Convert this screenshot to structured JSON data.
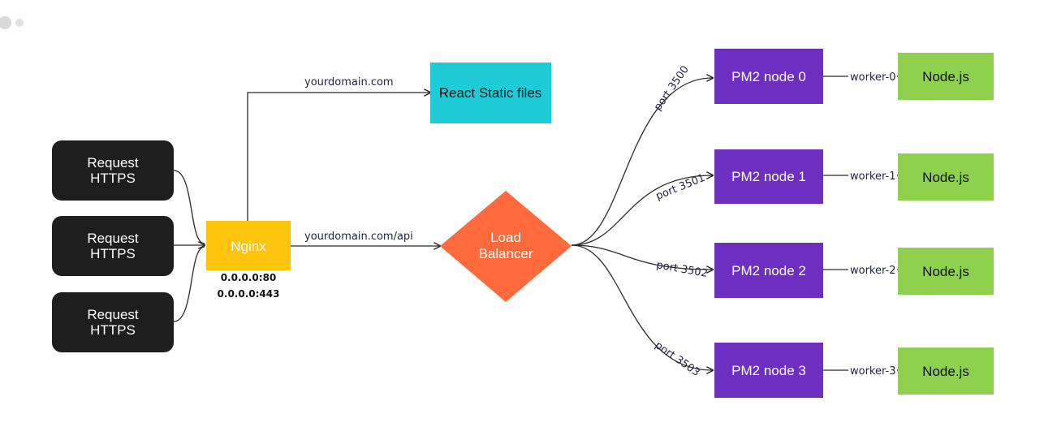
{
  "requests": [
    {
      "line1": "Request",
      "line2": "HTTPS"
    },
    {
      "line1": "Request",
      "line2": "HTTPS"
    },
    {
      "line1": "Request",
      "line2": "HTTPS"
    }
  ],
  "nginx": {
    "label": "Nginx",
    "addr1": "0.0.0.0:80",
    "addr2": "0.0.0.0:443"
  },
  "react": {
    "label": "React Static files",
    "route": "yourdomain.com"
  },
  "balancer": {
    "line1": "Load",
    "line2": "Balancer",
    "route": "yourdomain.com/api"
  },
  "pm2": [
    {
      "label": "PM2 node 0",
      "port": "port 3500",
      "worker": "worker-0",
      "app": "Node.js"
    },
    {
      "label": "PM2 node 1",
      "port": "port 3501",
      "worker": "worker-1",
      "app": "Node.js"
    },
    {
      "label": "PM2 node 2",
      "port": "port 3502",
      "worker": "worker-2",
      "app": "Node.js"
    },
    {
      "label": "PM2 node 3",
      "port": "port 3503",
      "worker": "worker-3",
      "app": "Node.js"
    }
  ],
  "colors": {
    "request": "#1e1e1e",
    "nginx": "#ffc40c",
    "react": "#1ecbd6",
    "balancer": "#ff6a3d",
    "pm2": "#6c2fbf",
    "node": "#8fd14f"
  }
}
